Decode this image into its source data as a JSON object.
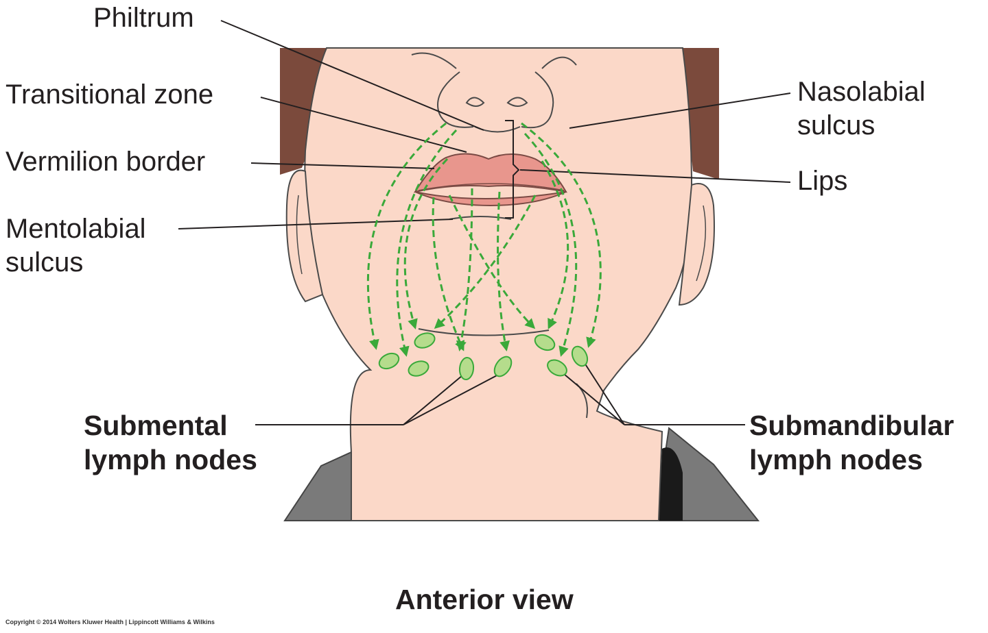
{
  "labels": {
    "philtrum": "Philtrum",
    "transitional_zone": "Transitional zone",
    "vermilion_border": "Vermilion border",
    "mentolabial_sulcus": [
      "Mentolabial",
      "sulcus"
    ],
    "nasolabial_sulcus": [
      "Nasolabial",
      "sulcus"
    ],
    "lips": "Lips",
    "submental_lymph_nodes": [
      "Submental",
      "lymph nodes"
    ],
    "submandibular_lymph_nodes": [
      "Submandibular",
      "lymph nodes"
    ]
  },
  "caption": "Anterior view",
  "copyright": "Copyright © 2014 Wolters Kluwer Health | Lippincott Williams & Wilkins",
  "icons": {
    "face": "face-illustration-icon",
    "lymph_node": "lymph-node-icon",
    "drainage_arrow": "dashed-drainage-arrow-icon"
  },
  "colors": {
    "skin": "#fbd8c8",
    "hair": "#7b4a3c",
    "lips": "#e8968d",
    "shirt": "#7a7a7a",
    "lymph_fill": "#b5dc8c",
    "lymph_stroke": "#3aa93a",
    "drainage_arrow": "#3aa93a",
    "outline": "#4a4a4a"
  }
}
